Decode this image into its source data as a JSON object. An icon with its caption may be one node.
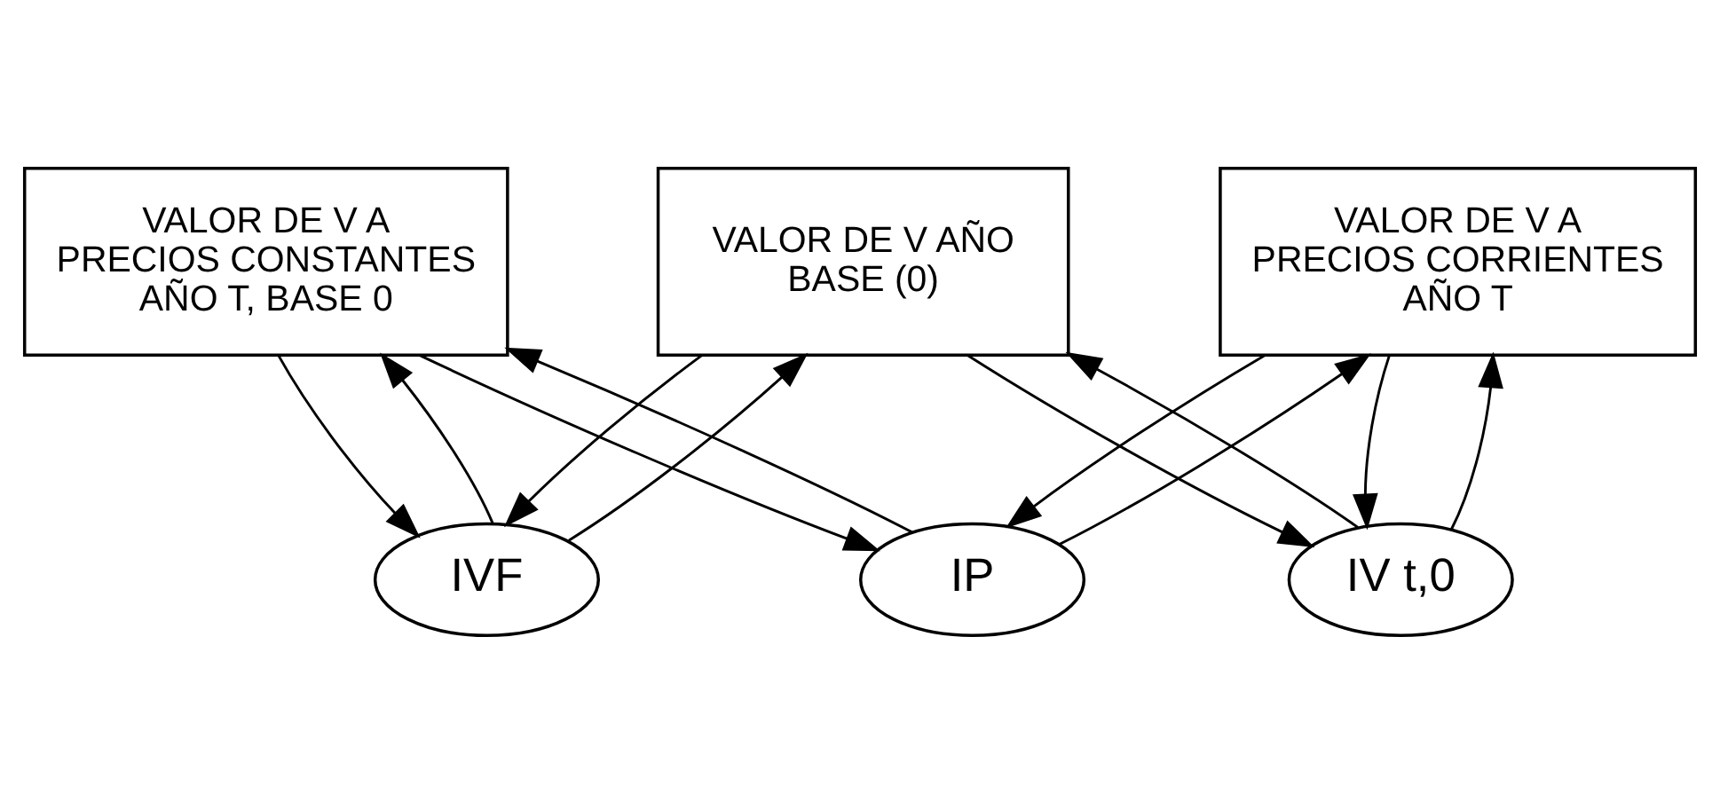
{
  "diagram": {
    "nodes": [
      {
        "text": [
          "VALOR DE V AÑO BASE (0)"
        ]
      },
      {
        "text": [
          "VALOR DE V A PRECIOS CONSTANTES AÑO T, BASE 0"
        ]
      },
      {
        "text": [
          "VALOR DE V A PRECIOS CORRIENTES AÑO T"
        ]
      },
      {
        "text": [
          "IVF"
        ]
      },
      {
        "text": [
          "IP"
        ]
      },
      {
        "text": [
          "IV t,0"
        ]
      }
    ],
    "edges": [
      {
        "from": 0,
        "to": 3,
        "arrow": "to"
      },
      {
        "from": 3,
        "to": 0,
        "arrow": "to"
      },
      {
        "from": 1,
        "to": 3,
        "arrow": "to"
      },
      {
        "from": 3,
        "to": 1,
        "arrow": "to"
      },
      {
        "from": 1,
        "to": 4,
        "arrow": "to"
      },
      {
        "from": 4,
        "to": 1,
        "arrow": "to"
      },
      {
        "from": 2,
        "to": 4,
        "arrow": "to"
      },
      {
        "from": 4,
        "to": 2,
        "arrow": "to"
      },
      {
        "from": 0,
        "to": 5,
        "arrow": "to"
      },
      {
        "from": 5,
        "to": 0,
        "arrow": "to"
      },
      {
        "from": 2,
        "to": 5,
        "arrow": "to"
      },
      {
        "from": 5,
        "to": 2,
        "arrow": "to"
      }
    ]
  }
}
